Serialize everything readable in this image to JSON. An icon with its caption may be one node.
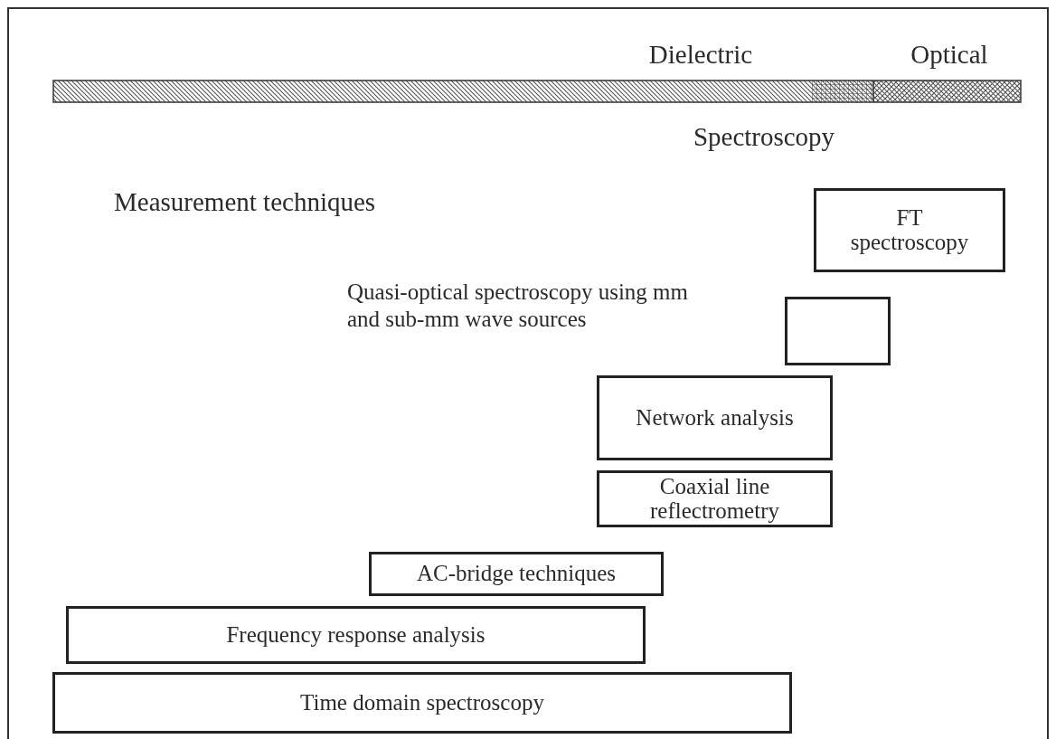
{
  "diagram": {
    "nodes": [
      {
        "text": [
          "FT spectroscopy"
        ]
      },
      {
        "text": [],
        "shape": "box"
      },
      {
        "text": [
          "Network analysis"
        ]
      },
      {
        "text": [
          "Coaxial line reflectrometry"
        ]
      },
      {
        "text": [
          "AC-bridge techniques"
        ]
      },
      {
        "text": [
          "Frequency response analysis"
        ]
      },
      {
        "text": [
          "Time domain spectroscopy"
        ]
      }
    ],
    "edges": [],
    "labels": [
      "Dielectric",
      "Optical",
      "Spectroscopy",
      "Measurement techniques",
      "Quasi-optical spectroscopy using mm and sub-mm wave sources"
    ]
  }
}
